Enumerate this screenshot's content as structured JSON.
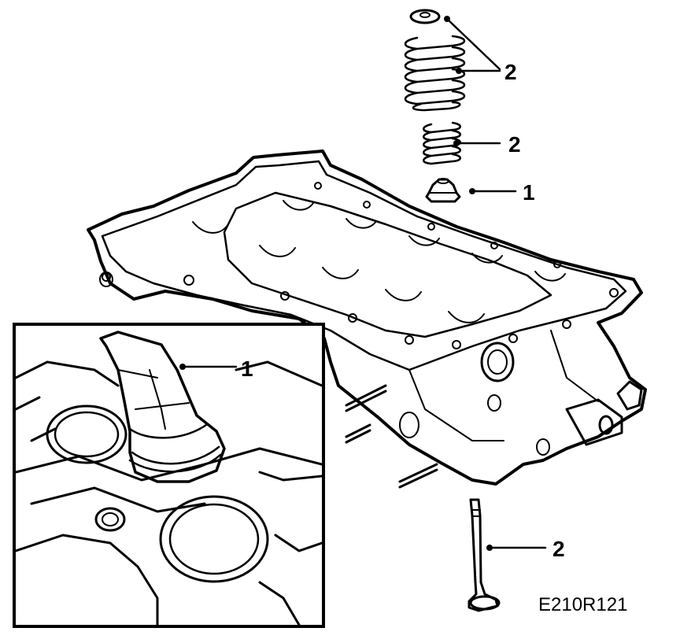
{
  "figure_code": "E210R121",
  "callouts": [
    {
      "id": "valve-spring-cap",
      "label": "2"
    },
    {
      "id": "valve-spring-lower",
      "label": "2"
    },
    {
      "id": "valve-stem-seal",
      "label": "1"
    },
    {
      "id": "detail-valve-stem-seal",
      "label": "1"
    },
    {
      "id": "valve",
      "label": "2"
    }
  ],
  "colors": {
    "line": "#000000",
    "background": "#ffffff"
  }
}
